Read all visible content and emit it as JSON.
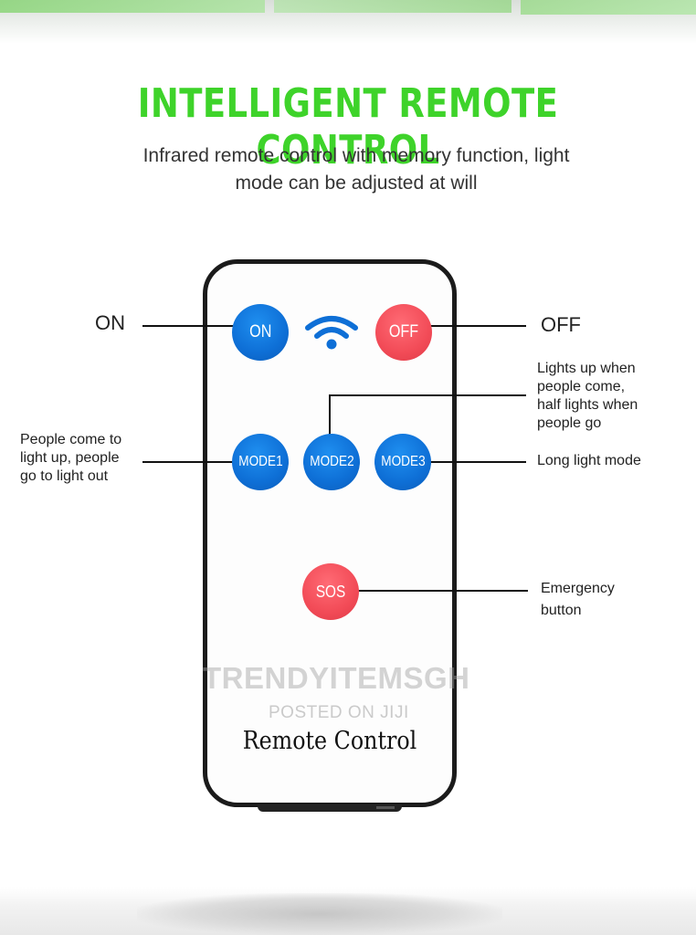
{
  "headline": "INTELLIGENT REMOTE CONTROL",
  "subline": [
    "Infrared remote control with memory function, light",
    "mode can be adjusted at will"
  ],
  "buttons": {
    "on": "ON",
    "off": "OFF",
    "mode1": "MODE1",
    "mode2": "MODE2",
    "mode3": "MODE3",
    "sos": "SOS"
  },
  "callouts": {
    "on": "ON",
    "off": "OFF",
    "mode1": [
      "People come to",
      "light up, people",
      "go to light out"
    ],
    "mode2": [
      "Lights up when",
      "people come,",
      "half lights when",
      "people go"
    ],
    "mode3": "Long light mode",
    "sos": [
      "Emergency",
      "button"
    ]
  },
  "remote_label": "Remote Control",
  "watermark": {
    "brand": "TRENDYITEMSGH",
    "posted": "POSTED ON JIJI"
  },
  "colors": {
    "headline_green": "#3ed32a",
    "button_blue": "#0e6fd6",
    "button_red": "#f24b57"
  },
  "icons": {
    "signal": "wifi-signal-icon"
  }
}
